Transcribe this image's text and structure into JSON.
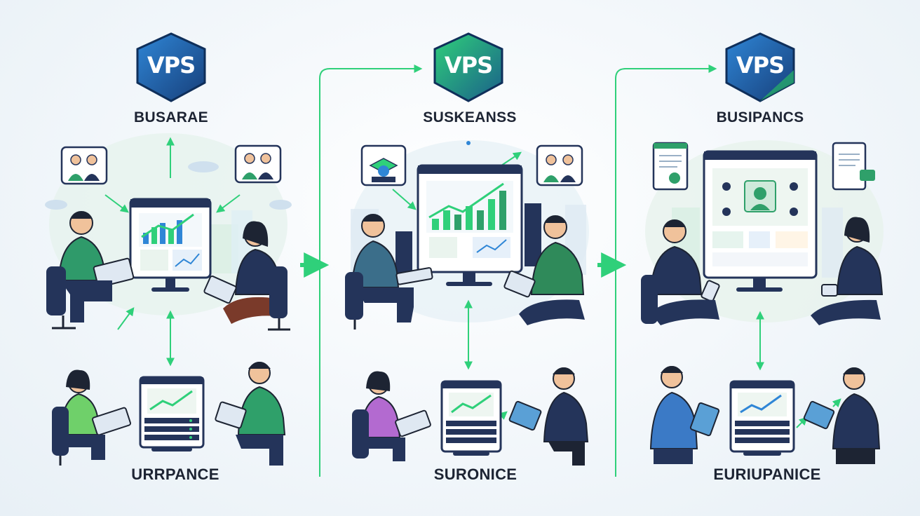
{
  "badge_text": "VPS",
  "columns": [
    {
      "top_label": "BUSARAE",
      "bottom_label": "URRPANCE"
    },
    {
      "top_label": "SUSKEANSS",
      "bottom_label": "SURONICE"
    },
    {
      "top_label": "BUSIPANCS",
      "bottom_label": "EURIUPANICE"
    }
  ],
  "colors": {
    "accent_green": "#2fd07a",
    "navy": "#24345a",
    "badge_blue": "#1f63a8",
    "badge_green": "#26a86a"
  }
}
